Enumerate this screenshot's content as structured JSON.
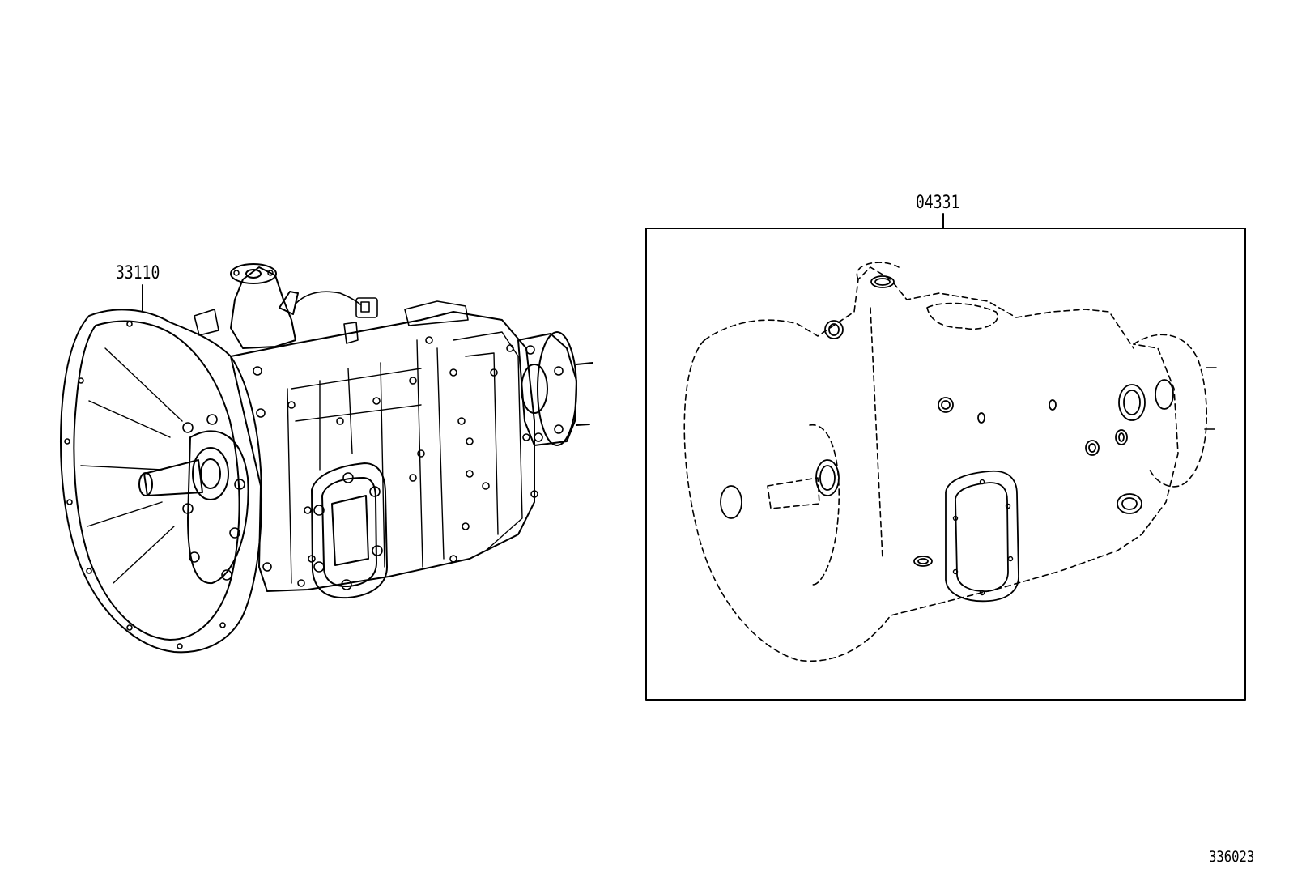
{
  "callouts": {
    "transmission_assembly": "33110",
    "gasket_kit": "04331"
  },
  "illustration_number": "336023",
  "colors": {
    "line": "#000000",
    "background": "#ffffff"
  }
}
